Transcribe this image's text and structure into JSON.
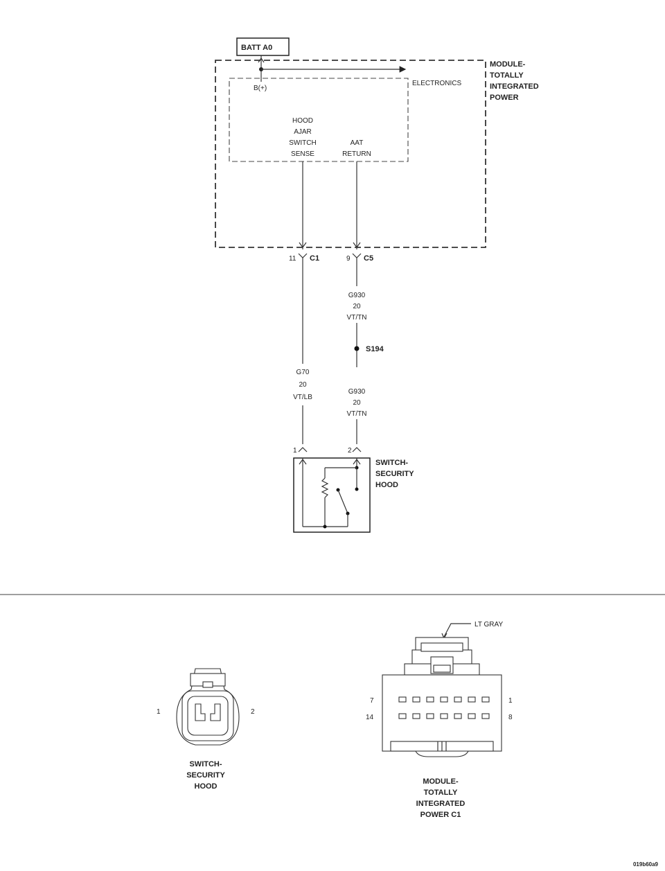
{
  "schematic": {
    "batt_label": "BATT A0",
    "module_name": [
      "MODULE-",
      "TOTALLY",
      "INTEGRATED",
      "POWER"
    ],
    "electronics_label": "ELECTRONICS",
    "bplus_label": "B(+)",
    "hood_sense_label": [
      "HOOD",
      "AJAR",
      "SWITCH",
      "SENSE"
    ],
    "aat_return_label": [
      "AAT",
      "RETURN"
    ],
    "pin_c1": "11",
    "conn_c1": "C1",
    "pin_c5": "9",
    "conn_c5": "C5",
    "wire_g930_upper": [
      "G930",
      "20",
      "VT/TN"
    ],
    "splice_label": "S194",
    "wire_g70": [
      "G70",
      "20",
      "VT/LB"
    ],
    "wire_g930_lower": [
      "G930",
      "20",
      "VT/TN"
    ],
    "switch_pin_1": "1",
    "switch_pin_2": "2",
    "switch_name": [
      "SWITCH-",
      "SECURITY",
      "HOOD"
    ]
  },
  "connectors": {
    "hood_switch_pin_left": "1",
    "hood_switch_pin_right": "2",
    "hood_switch_name": [
      "SWITCH-",
      "SECURITY",
      "HOOD"
    ],
    "module_color_label": "LT GRAY",
    "module_pin_7": "7",
    "module_pin_1": "1",
    "module_pin_14": "14",
    "module_pin_8": "8",
    "module_name": [
      "MODULE-",
      "TOTALLY",
      "INTEGRATED",
      "POWER C1"
    ]
  },
  "figure_id": "019b60a9"
}
